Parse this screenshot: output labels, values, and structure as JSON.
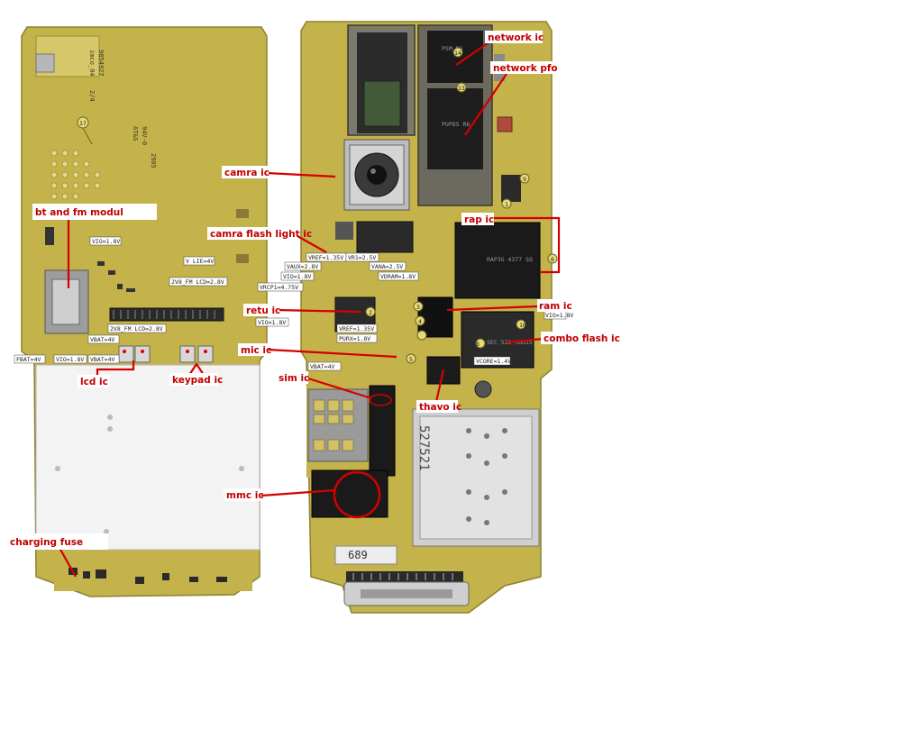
{
  "colors": {
    "pcb_gold": "#c9b64a",
    "pcb_dark": "#a89a32",
    "pad_silver": "#b7b7b7",
    "chip_black": "#1a1a1a",
    "label_red": "#c00000",
    "arrow_red": "#d40000"
  },
  "labels": {
    "network_ic": "network ic",
    "network_pfo": "network pfo",
    "camra_ic": "camra ic",
    "bt_fm": "bt and fm modul",
    "camra_flash": "camra flash light ic",
    "rap_ic": "rap ic",
    "retu_ic": "retu ic",
    "ram_ic": "ram ic",
    "mic_ic": "mic ic",
    "combo_flash": "combo flash ic",
    "lcd_ic": "lcd ic",
    "keypad_ic": "keypad ic",
    "sim_ic": "sim ic",
    "thavo_ic": "thavo ic",
    "mmc_ic": "mmc ic",
    "charging_fuse": "charging fuse"
  },
  "silkscreen": {
    "left_board_code": "imco_04",
    "left_board_num": "9854927",
    "left_rev": "2/4",
    "left_model": "AT&S",
    "left_sub": "94V-0",
    "left_year": "2905",
    "serial_right": "527521",
    "connector_mark": "689"
  },
  "voltages": {
    "vio_left": "VIO=1.8V",
    "vbat_left": "VBAT=4V",
    "vio_bottom": "VIO=1.8V",
    "vbat_bottom": "VBAT=4V",
    "fbat": "FBAT=4V",
    "vflash": "V LIE=4V",
    "lcd_2v8": "2V8_FM LCD=2.8V",
    "lcd_2v8b": "2V8_FM LCD=2.8V",
    "vref": "VREF=1.35V",
    "vr1": "VR1=2.5V",
    "vaux": "VAUX=2.8V",
    "vana": "VANA=2.5V",
    "vio_mid": "VIO=1.8V",
    "vdram": "VDRAM=1.8V",
    "vrcp1": "VRCP1=4.75V",
    "vio_retu": "VIO=1.8V",
    "vref2": "VREF=1.35V",
    "vflash2": "PURX=1.8V",
    "vbat_mid": "VBAT=4V",
    "vio_right": "VIO=1.8V",
    "vcore": "VCORE=1.4V"
  },
  "chip_marks": {
    "rap": "RAP3G\n4377\nSQ",
    "combo": "SEC 522\nS6G15",
    "network": "PSM\nR6",
    "network_pfo": "PUPDS\nR6"
  },
  "callout_numbers": [
    "17",
    "13",
    "14",
    "8",
    "9",
    "1",
    "2",
    "3",
    "4",
    "5",
    "6",
    "10"
  ]
}
